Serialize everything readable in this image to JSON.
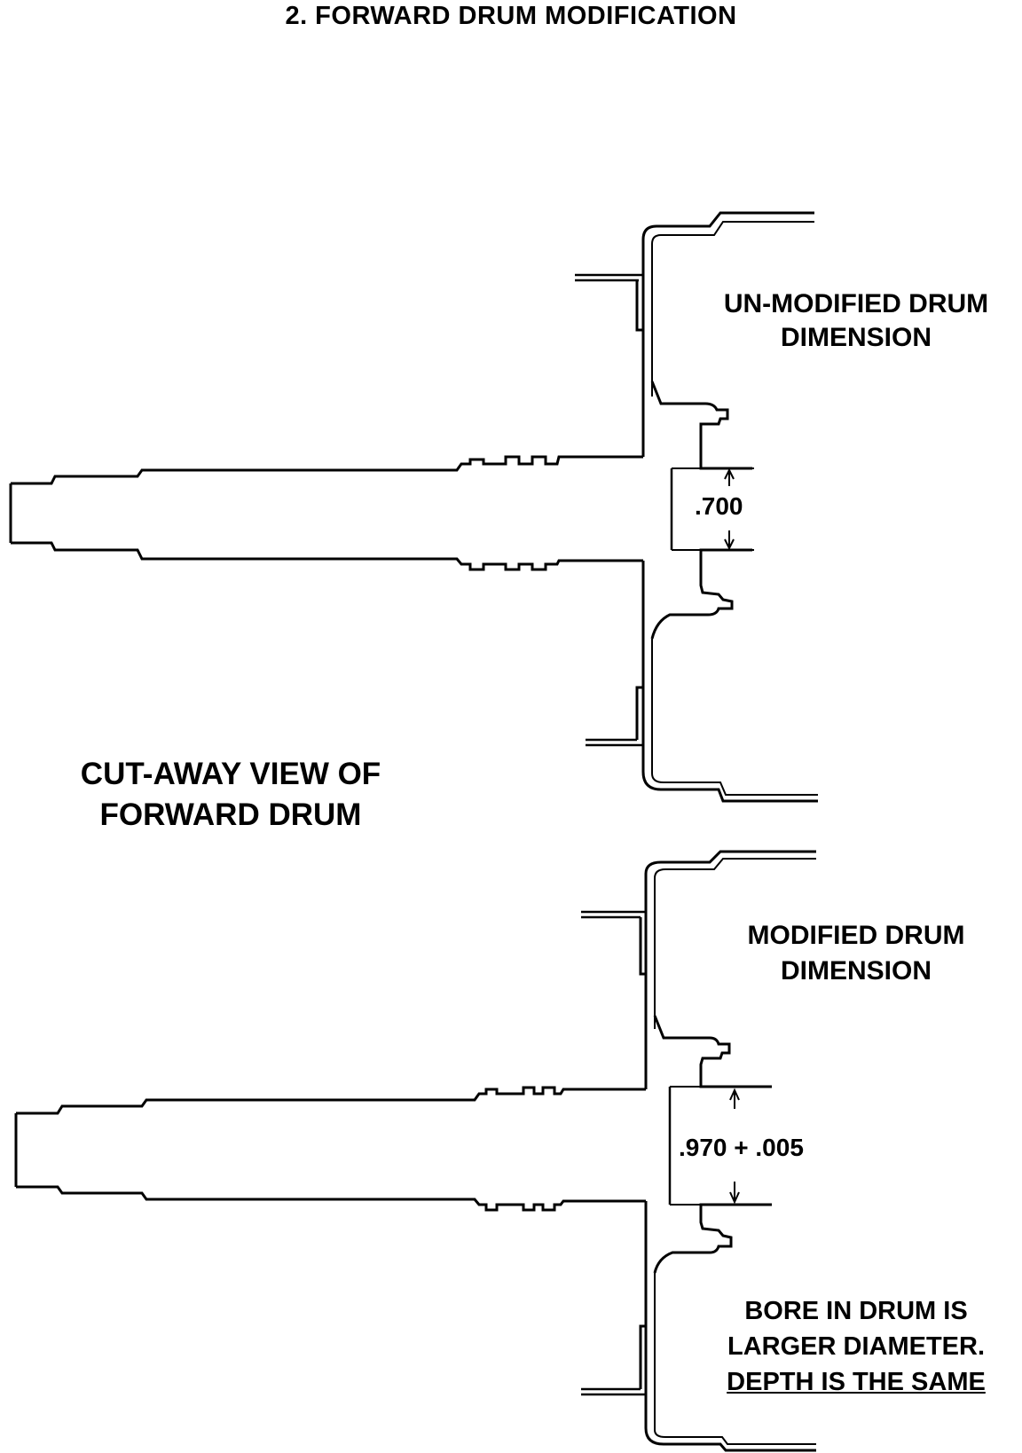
{
  "title": "2. FORWARD DRUM MODIFICATION",
  "unmodified_label": {
    "line1": "UN-MODIFIED DRUM",
    "line2": "DIMENSION"
  },
  "cutaway_label": {
    "line1": "CUT-AWAY VIEW OF",
    "line2": "FORWARD DRUM"
  },
  "modified_label": {
    "line1": "MODIFIED DRUM",
    "line2": "DIMENSION"
  },
  "unmodified_dimension": ".700",
  "modified_dimension": ".970 + .005",
  "note": {
    "line1": "BORE IN DRUM IS",
    "line2": "LARGER DIAMETER.",
    "line3": "DEPTH IS THE SAME"
  }
}
